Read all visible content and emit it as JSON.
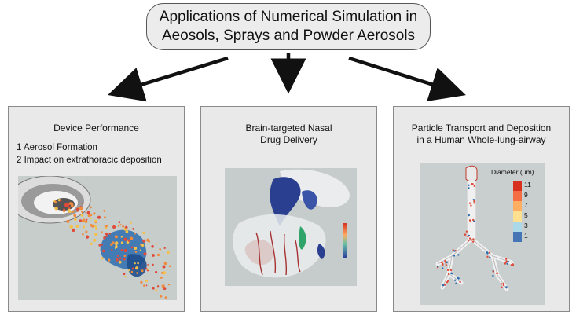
{
  "title": {
    "line1": "Applications of Numerical Simulation in",
    "line2": "Aeosols, Sprays and Powder Aerosols"
  },
  "panels": [
    {
      "title_lines": [
        "Device Performance"
      ],
      "items": [
        "1 Aerosol Formation",
        "2 Impact on extrathoracic deposition"
      ]
    },
    {
      "title_lines": [
        "Brain-targeted Nasal",
        "Drug Delivery"
      ]
    },
    {
      "title_lines": [
        "Particle Transport and Deposition",
        "in a Human Whole-lung-airway"
      ],
      "legend": {
        "title": "Diameter (μm)",
        "labels": [
          "11",
          "9",
          "7",
          "5",
          "3",
          "1"
        ],
        "colors": [
          "#d7301f",
          "#f46d43",
          "#fdae61",
          "#fee090",
          "#abd9e9",
          "#4575b4"
        ]
      }
    }
  ],
  "colors": {
    "title_box_fill": "#ececec",
    "panel_fill": "#e9e9e9",
    "arrow": "#111111",
    "particle_red": "#e04a3a",
    "particle_blue": "#2b6cb0"
  }
}
